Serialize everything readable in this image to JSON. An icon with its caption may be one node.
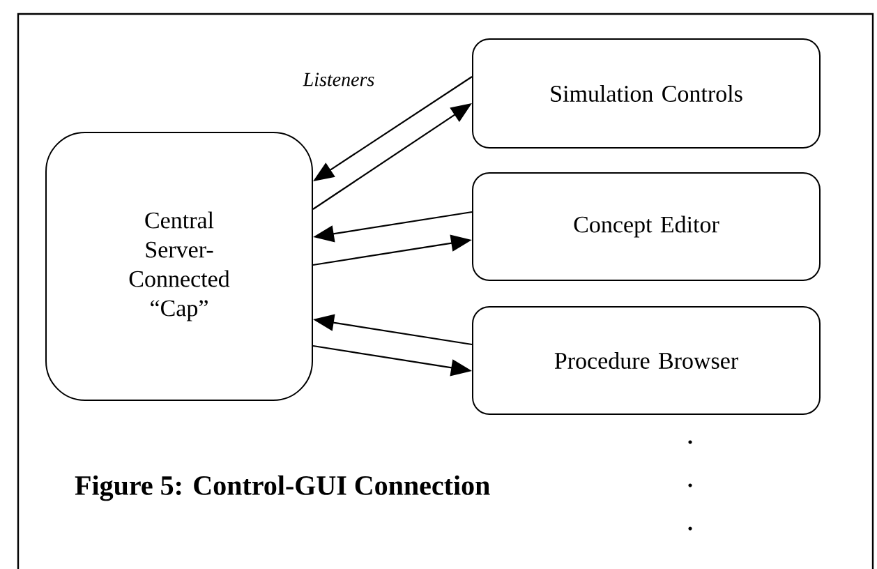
{
  "diagram": {
    "title": "Figure 5: Control-GUI Connection",
    "nodes": [
      {
        "text": [
          "Central Server-Connected “Cap”"
        ]
      },
      {
        "text": [
          "Simulation Controls"
        ]
      },
      {
        "text": [
          "Concept Editor"
        ]
      },
      {
        "text": [
          "Procedure Browser"
        ]
      }
    ],
    "edges": [
      {
        "from": 1,
        "to": 0,
        "arrow": "to"
      },
      {
        "from": 0,
        "to": 1,
        "arrow": "to"
      },
      {
        "from": 2,
        "to": 0,
        "arrow": "to"
      },
      {
        "from": 0,
        "to": 2,
        "arrow": "to"
      },
      {
        "from": 3,
        "to": 0,
        "arrow": "to"
      },
      {
        "from": 0,
        "to": 3,
        "arrow": "to"
      }
    ],
    "labels": [
      "Listeners"
    ]
  }
}
